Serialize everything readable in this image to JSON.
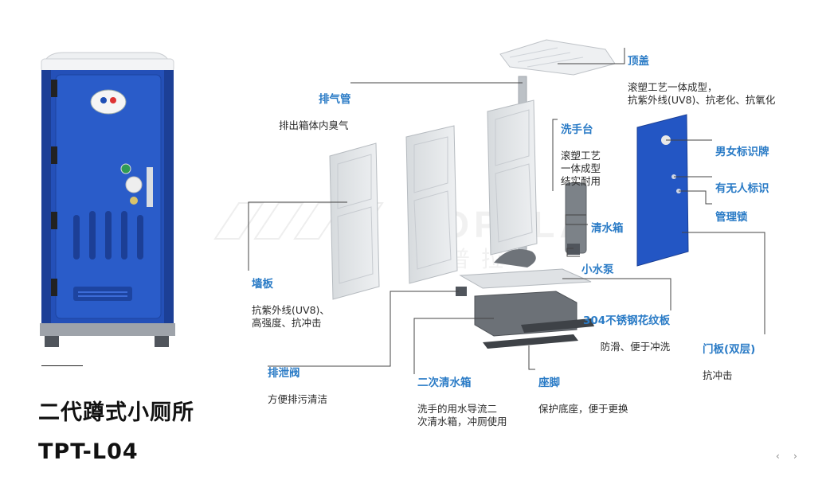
{
  "product": {
    "name": "二代蹲式小厕所",
    "model": "TPT-L04"
  },
  "watermark": {
    "en": "TOPPLA",
    "cn": "拓普拉"
  },
  "callouts": {
    "roof": {
      "title": "顶盖",
      "desc": "滚塑工艺一体成型，\n抗紫外线(UV8)、抗老化、抗氧化"
    },
    "vent": {
      "title": "排气管",
      "desc": "排出箱体内臭气"
    },
    "sink": {
      "title": "洗手台",
      "desc": "滚塑工艺\n一体成型\n结实耐用"
    },
    "gender_sign": {
      "title": "男女标识牌",
      "desc": ""
    },
    "occupied": {
      "title": "有无人标识",
      "desc": ""
    },
    "lock": {
      "title": "管理锁",
      "desc": ""
    },
    "water_tank": {
      "title": "清水箱",
      "desc": ""
    },
    "pump": {
      "title": "小水泵",
      "desc": ""
    },
    "wall": {
      "title": "墙板",
      "desc": "抗紫外线(UV8)、\n高强度、抗冲击"
    },
    "plate": {
      "title": "304不锈钢花纹板",
      "desc": "防滑、便于冲洗"
    },
    "door": {
      "title": "门板(双层)",
      "desc": "抗冲击"
    },
    "drain": {
      "title": "排泄阀",
      "desc": "方便排污清洁"
    },
    "secondary_tank": {
      "title": "二次清水箱",
      "desc": "洗手的用水导流二\n次清水箱，冲厕使用"
    },
    "base": {
      "title": "座脚",
      "desc": "保护底座，便于更换"
    }
  },
  "nav": {
    "prev": "‹",
    "next": "›"
  },
  "colors": {
    "accent": "#2a7bc6",
    "cabin_blue": "#1f4fb5",
    "panel_grey": "#e2e5e8"
  }
}
